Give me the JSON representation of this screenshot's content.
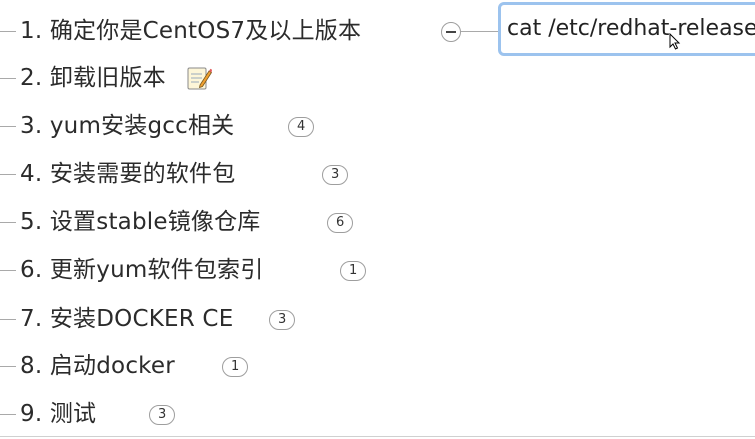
{
  "nodes": [
    {
      "label": "1. 确定你是CentOS7及以上版本"
    },
    {
      "label": "2. 卸载旧版本",
      "icon": "notepad-icon"
    },
    {
      "label": "3. yum安装gcc相关",
      "badge": "4"
    },
    {
      "label": "4. 安装需要的软件包",
      "badge": "3"
    },
    {
      "label": "5. 设置stable镜像仓库",
      "badge": "6"
    },
    {
      "label": "6. 更新yum软件包索引",
      "badge": "1"
    },
    {
      "label": "7. 安装DOCKER CE",
      "badge": "3"
    },
    {
      "label": "8. 启动docker",
      "badge": "1"
    },
    {
      "label": "9. 测试",
      "badge": "3"
    }
  ],
  "child": {
    "text": "cat /etc/redhat-release"
  },
  "colors": {
    "selection_border": "#9cc3ee",
    "connector": "#a9a9a9",
    "text": "#2b2b2b"
  }
}
